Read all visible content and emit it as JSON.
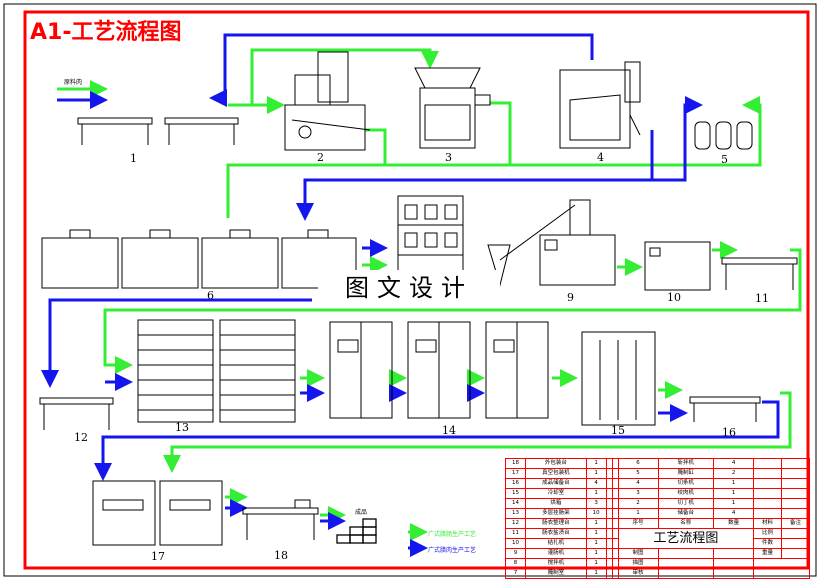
{
  "title": "A1-工艺流程图",
  "watermark": "图文设计",
  "raw_material_label": "原料肉",
  "product_label": "成品",
  "legend": {
    "green": {
      "label": "广式腊肠生产工艺",
      "color": "#00ff00"
    },
    "blue": {
      "label": "广式腊肉生产工艺",
      "color": "#0000ff"
    }
  },
  "colors": {
    "border": "#ff0000",
    "green_flow": "#33ee33",
    "blue_flow": "#1515ee"
  },
  "station_numbers": [
    "1",
    "2",
    "3",
    "4",
    "5",
    "6",
    "9",
    "10",
    "11",
    "12",
    "13",
    "14",
    "15",
    "16",
    "17",
    "18"
  ],
  "bom": {
    "left": [
      {
        "no": "18",
        "name": "外包装台",
        "qty": "1"
      },
      {
        "no": "17",
        "name": "真空包装机",
        "qty": "1"
      },
      {
        "no": "16",
        "name": "成品储备台",
        "qty": "4"
      },
      {
        "no": "15",
        "name": "冷却室",
        "qty": "1"
      },
      {
        "no": "14",
        "name": "烘箱",
        "qty": "3"
      },
      {
        "no": "13",
        "name": "多层挂肠架",
        "qty": "10"
      },
      {
        "no": "12",
        "name": "肠衣整理台",
        "qty": "1"
      },
      {
        "no": "11",
        "name": "肠衣盐渍台",
        "qty": "1"
      },
      {
        "no": "10",
        "name": "结扎机",
        "qty": "1"
      },
      {
        "no": "9",
        "name": "灌肠机",
        "qty": "1"
      },
      {
        "no": "8",
        "name": "搅拌机",
        "qty": "1"
      },
      {
        "no": "7",
        "name": "腌制室",
        "qty": "1"
      }
    ],
    "right": [
      {
        "no": "6",
        "name": "斩拌机",
        "qty": "4"
      },
      {
        "no": "5",
        "name": "腌制缸",
        "qty": "2"
      },
      {
        "no": "4",
        "name": "切条机",
        "qty": "1"
      },
      {
        "no": "3",
        "name": "绞肉机",
        "qty": "1"
      },
      {
        "no": "2",
        "name": "切丁机",
        "qty": "1"
      },
      {
        "no": "1",
        "name": "储备台",
        "qty": "4"
      }
    ],
    "header": {
      "no": "序号",
      "name": "名称",
      "qty": "数量",
      "material": "材料",
      "remark": "备注"
    },
    "drawing_title": "工艺流程图",
    "scale": "比例",
    "count": "件数",
    "weight": "重量",
    "drawn": "制图",
    "traced": "描图",
    "checked": "审核"
  }
}
